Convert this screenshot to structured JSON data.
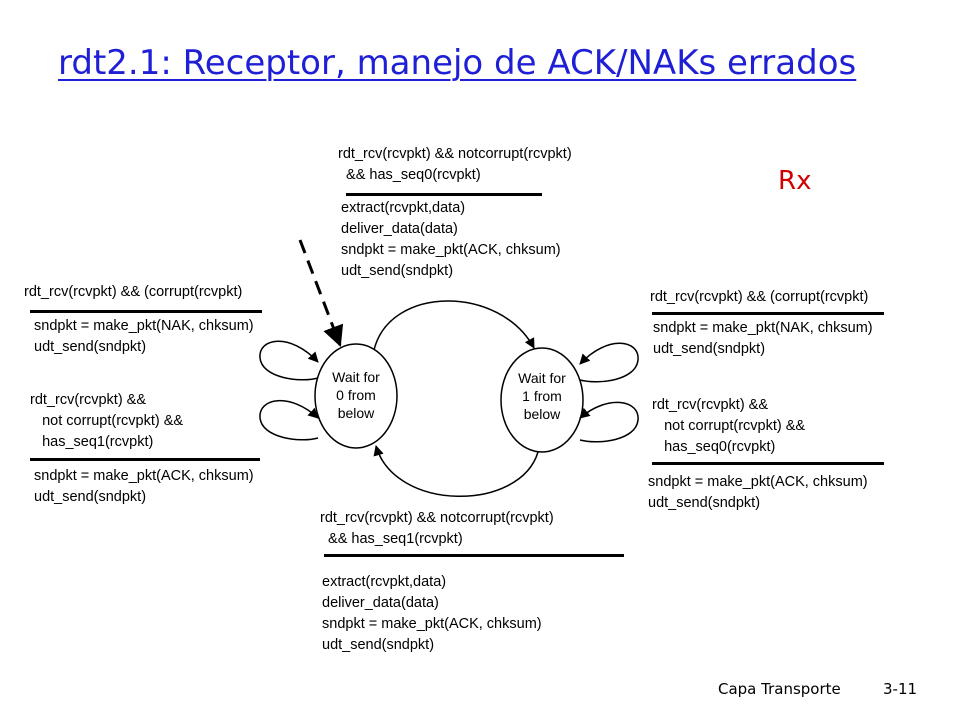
{
  "title": {
    "main": "rdt2.1: Receptor, manejo de ACK/NAKs errados"
  },
  "side_label": "Rx",
  "states": [
    {
      "label": "Wait for\n0 from\nbelow"
    },
    {
      "label": "Wait for\n1 from\nbelow"
    }
  ],
  "transitions": {
    "top": {
      "event": "rdt_rcv(rcvpkt) && notcorrupt(rcvpkt)\n  && has_seq0(rcvpkt)",
      "action": "extract(rcvpkt,data)\ndeliver_data(data)\nsndpkt = make_pkt(ACK, chksum)\nudt_send(sndpkt)"
    },
    "bottom": {
      "event": "rdt_rcv(rcvpkt) && notcorrupt(rcvpkt)\n  && has_seq1(rcvpkt)",
      "action": "extract(rcvpkt,data)\ndeliver_data(data)\nsndpkt = make_pkt(ACK, chksum)\nudt_send(sndpkt)"
    },
    "left_upper": {
      "event": "rdt_rcv(rcvpkt) && (corrupt(rcvpkt)",
      "action": "sndpkt = make_pkt(NAK, chksum)\nudt_send(sndpkt)"
    },
    "left_lower": {
      "event": "rdt_rcv(rcvpkt) &&\n   not corrupt(rcvpkt) &&\n   has_seq1(rcvpkt)",
      "action": "sndpkt = make_pkt(ACK, chksum)\nudt_send(sndpkt)"
    },
    "right_upper": {
      "event": "rdt_rcv(rcvpkt) && (corrupt(rcvpkt)",
      "action": "sndpkt = make_pkt(NAK, chksum)\nudt_send(sndpkt)"
    },
    "right_lower": {
      "event": "rdt_rcv(rcvpkt) &&\n   not corrupt(rcvpkt) &&\n   has_seq0(rcvpkt)",
      "action": "sndpkt = make_pkt(ACK, chksum)\nudt_send(sndpkt)"
    }
  },
  "footer": {
    "chapter": "Capa Transporte",
    "page": "3-11"
  }
}
